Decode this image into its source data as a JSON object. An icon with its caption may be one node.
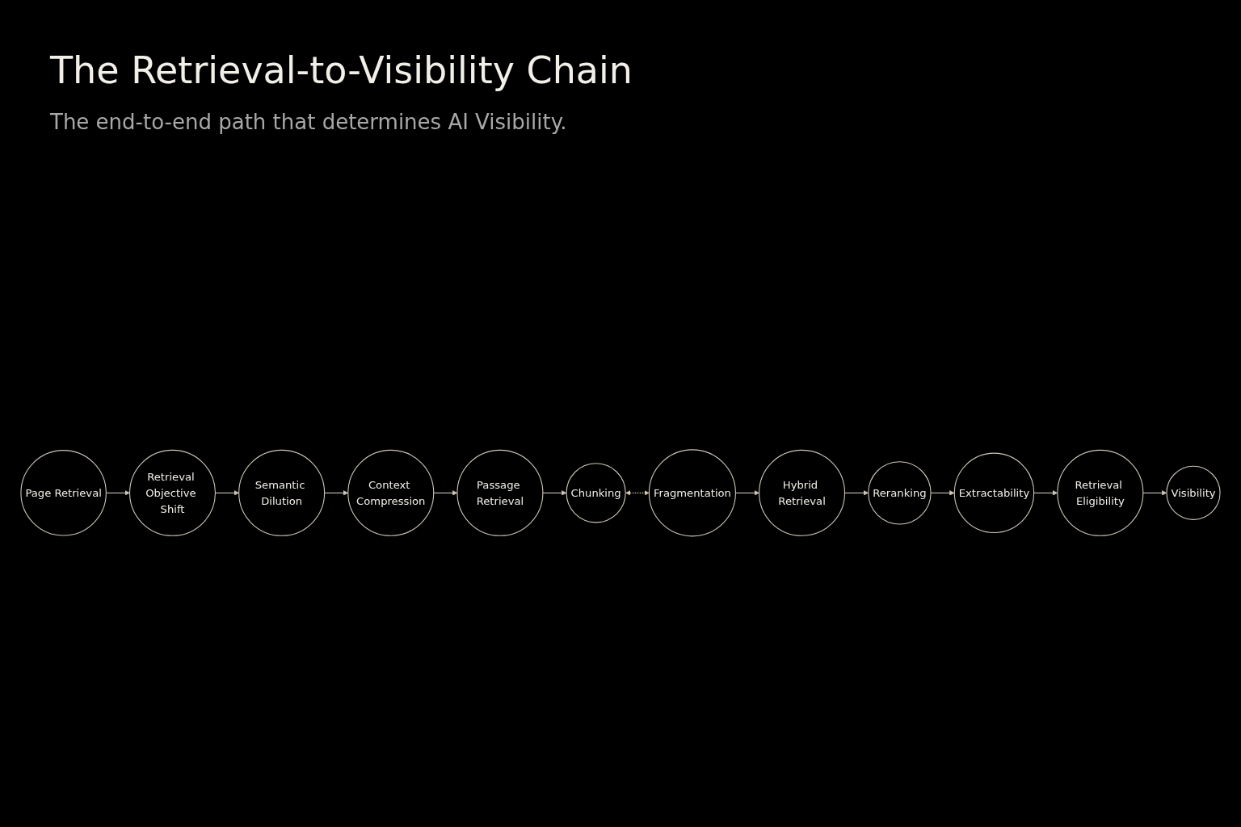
{
  "diagram": {
    "title": "The Retrieval-to-Visibility Chain",
    "caption": "The end-to-end path that determines AI Visibility.",
    "nodes": [
      {
        "text": [
          "Page Retrieval"
        ]
      },
      {
        "text": [
          "Retrieval Objective Shift"
        ]
      },
      {
        "text": [
          "Semantic Dilution"
        ]
      },
      {
        "text": [
          "Context Compression"
        ]
      },
      {
        "text": [
          "Passage Retrieval"
        ]
      },
      {
        "text": [
          "Chunking"
        ]
      },
      {
        "text": [
          "Fragmentation"
        ]
      },
      {
        "text": [
          "Hybrid Retrieval"
        ]
      },
      {
        "text": [
          "Reranking"
        ]
      },
      {
        "text": [
          "Extractability"
        ]
      },
      {
        "text": [
          "Retrieval Eligibility"
        ]
      },
      {
        "text": [
          "Visibility"
        ]
      }
    ],
    "edges": [
      {
        "from": 0,
        "to": 1,
        "arrow": "to"
      },
      {
        "from": 1,
        "to": 2,
        "arrow": "to"
      },
      {
        "from": 2,
        "to": 3,
        "arrow": "to"
      },
      {
        "from": 3,
        "to": 4,
        "arrow": "to"
      },
      {
        "from": 4,
        "to": 5,
        "arrow": "to"
      },
      {
        "from": 5,
        "to": 6,
        "arrow": "both",
        "style": "dashed",
        "color": "#d9c9a8"
      },
      {
        "from": 6,
        "to": 7,
        "arrow": "to"
      },
      {
        "from": 7,
        "to": 8,
        "arrow": "to"
      },
      {
        "from": 8,
        "to": 9,
        "arrow": "to"
      },
      {
        "from": 9,
        "to": 10,
        "arrow": "to"
      },
      {
        "from": 10,
        "to": 11,
        "arrow": "to"
      }
    ]
  }
}
